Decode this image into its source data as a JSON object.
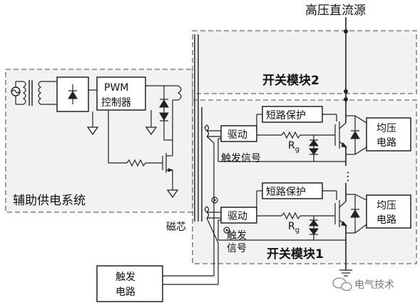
{
  "labels": {
    "hv_source": "高压直流源",
    "switch_module_2": "开关模块2",
    "switch_module_1": "开关模块1",
    "aux_power_system": "辅助供电系统",
    "pwm_line1": "PWM",
    "pwm_line2": "控制器",
    "short_protect_top": "短路保护",
    "short_protect_bottom": "短路保护",
    "drive_top": "驱动",
    "drive_bottom": "驱动",
    "balance_top_line1": "均压",
    "balance_top_line2": "电路",
    "balance_bottom_line1": "均压",
    "balance_bottom_line2": "电路",
    "trigger_signal_top": "触发信号",
    "trigger_signal_bottom_line1": "触发",
    "trigger_signal_bottom_line2": "信号",
    "magnetic_core": "磁芯",
    "rg_top_main": "R",
    "rg_top_sub": "g",
    "rg_bottom_main": "R",
    "rg_bottom_sub": "g",
    "trigger_circuit_line1": "触发",
    "trigger_circuit_line2": "电路",
    "ellipsis": "⋮",
    "watermark": "电气技术"
  },
  "icons": {
    "ac_source": "ac-source-icon",
    "rectifier": "rectifier-icon",
    "igbt": "igbt-icon",
    "diode": "diode-icon",
    "resistor": "resistor-icon",
    "mosfet": "mosfet-icon",
    "ground": "ground-icon",
    "transformer": "transformer-icon",
    "wechat": "wechat-icon"
  }
}
